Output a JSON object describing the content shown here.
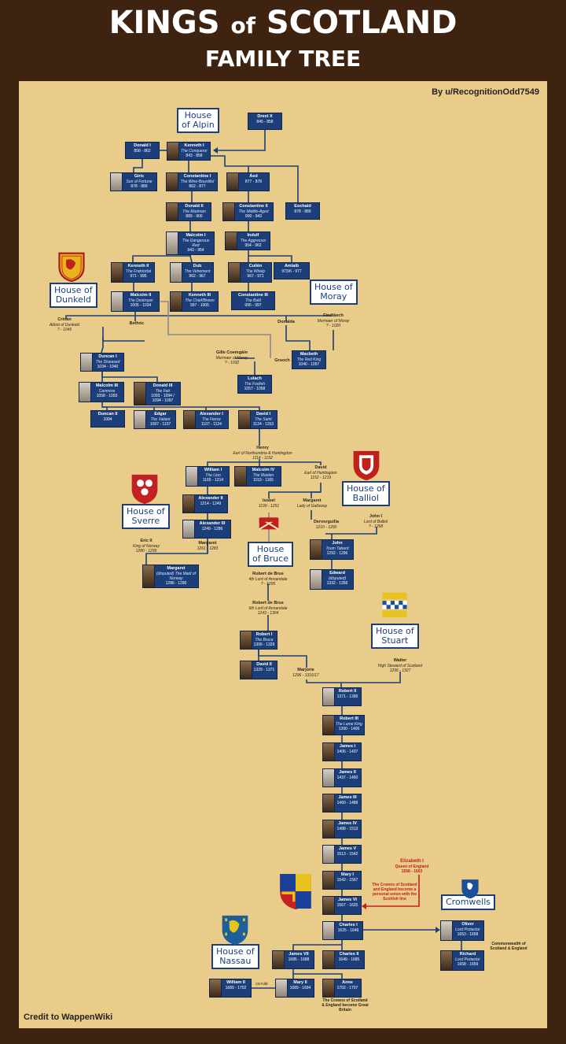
{
  "header": {
    "title_kings": "KINGS",
    "title_of": "of",
    "title_scotland": "SCOTLAND",
    "subtitle": "FAMILY TREE"
  },
  "author": "By u/RecognitionOdd7549",
  "credit": "Credit to WappenWiki",
  "houses": {
    "alpin": [
      "House",
      "of Alpin"
    ],
    "dunkeld": [
      "House of",
      "Dunkeld"
    ],
    "moray": [
      "House of",
      "Moray"
    ],
    "sverre": [
      "House of",
      "Sverre"
    ],
    "balliol": [
      "House of",
      "Balliol"
    ],
    "bruce": [
      "House",
      "of Bruce"
    ],
    "stuart": [
      "House of",
      "Stuart"
    ],
    "nassau": [
      "House of",
      "Nassau"
    ],
    "cromwells": [
      "Cromwells"
    ]
  },
  "kings": [
    {
      "id": "drest",
      "name": "Drest X",
      "epithet": "",
      "dates": "845 - 858",
      "portrait": false
    },
    {
      "id": "donald1",
      "name": "Donald I",
      "epithet": "",
      "dates": "858 - 862",
      "portrait": false
    },
    {
      "id": "kenneth1",
      "name": "Kenneth I",
      "epithet": "The Conqueror",
      "dates": "843 - 858",
      "portrait": true
    },
    {
      "id": "giric",
      "name": "Giric",
      "epithet": "Son of Fortune",
      "dates": "878 - 889",
      "portrait": true
    },
    {
      "id": "constantine1",
      "name": "Constantine I",
      "epithet": "The Wine-Bountiful",
      "dates": "862 - 877",
      "portrait": true
    },
    {
      "id": "aed",
      "name": "Áed",
      "epithet": "",
      "dates": "877 - 878",
      "portrait": true
    },
    {
      "id": "eochaid",
      "name": "Eochaid",
      "epithet": "",
      "dates": "878 - 889",
      "portrait": false
    },
    {
      "id": "donald2",
      "name": "Donald II",
      "epithet": "The Madman",
      "dates": "889 - 900",
      "portrait": true
    },
    {
      "id": "constantine2",
      "name": "Constantine II",
      "epithet": "The Middle-Aged",
      "dates": "900 - 943",
      "portrait": true
    },
    {
      "id": "malcolm1",
      "name": "Malcolm I",
      "epithet": "The Dangerous Red",
      "dates": "943 - 954",
      "portrait": true
    },
    {
      "id": "indulf",
      "name": "Indulf",
      "epithet": "The Aggressor",
      "dates": "954 - 962",
      "portrait": true
    },
    {
      "id": "kenneth2",
      "name": "Kenneth II",
      "epithet": "The Fratricidal",
      "dates": "971 - 995",
      "portrait": true
    },
    {
      "id": "dub",
      "name": "Dub",
      "epithet": "The Vehement",
      "dates": "962 - 967",
      "portrait": true
    },
    {
      "id": "cuilen",
      "name": "Cuilén",
      "epithet": "The Whelp",
      "dates": "967 - 971",
      "portrait": true
    },
    {
      "id": "amlaib",
      "name": "Amlaíb",
      "epithet": "",
      "dates": "973/6 - 977",
      "portrait": false
    },
    {
      "id": "malcolm2",
      "name": "Malcolm II",
      "epithet": "The Destroyer",
      "dates": "1005 - 1034",
      "portrait": true
    },
    {
      "id": "kenneth3",
      "name": "Kenneth III",
      "epithet": "The Chief/Brown",
      "dates": "997 - 1005",
      "portrait": true
    },
    {
      "id": "constantine3",
      "name": "Constantine III",
      "epithet": "The Bald",
      "dates": "995 - 997",
      "portrait": false
    },
    {
      "id": "duncan1",
      "name": "Duncan I",
      "epithet": "The Diseased",
      "dates": "1034 - 1040",
      "portrait": true
    },
    {
      "id": "macbeth",
      "name": "Macbeth",
      "epithet": "The Red King",
      "dates": "1040 - 1057",
      "portrait": false
    },
    {
      "id": "lulach",
      "name": "Lulach",
      "epithet": "The Foolish",
      "dates": "1057 - 1058",
      "portrait": false
    },
    {
      "id": "malcolm3",
      "name": "Malcolm III",
      "epithet": "Canmore",
      "dates": "1058 - 1093",
      "portrait": true
    },
    {
      "id": "donald3",
      "name": "Donald III",
      "epithet": "The Fair",
      "dates": "1093 - 1094 / 1094 - 1097",
      "portrait": true
    },
    {
      "id": "duncan2",
      "name": "Duncan II",
      "epithet": "",
      "dates": "1094",
      "portrait": false
    },
    {
      "id": "edgar",
      "name": "Edgar",
      "epithet": "The Valiant",
      "dates": "1097 - 1107",
      "portrait": true
    },
    {
      "id": "alexander1",
      "name": "Alexander I",
      "epithet": "The Fierce",
      "dates": "1107 - 1124",
      "portrait": true
    },
    {
      "id": "david1",
      "name": "David I",
      "epithet": "The Saint",
      "dates": "1124 - 1153",
      "portrait": true
    },
    {
      "id": "william1",
      "name": "William I",
      "epithet": "The Lion",
      "dates": "1165 - 1214",
      "portrait": true
    },
    {
      "id": "malcolm4",
      "name": "Malcolm IV",
      "epithet": "The Maiden",
      "dates": "1153 - 1165",
      "portrait": true
    },
    {
      "id": "alexander2",
      "name": "Alexander II",
      "epithet": "",
      "dates": "1214 - 1249",
      "portrait": true
    },
    {
      "id": "alexander3",
      "name": "Alexander III",
      "epithet": "",
      "dates": "1249 - 1286",
      "portrait": true
    },
    {
      "id": "margaret",
      "name": "Margaret",
      "epithet": "(disputed) The Maid of Norway",
      "dates": "1286 - 1290",
      "portrait": true
    },
    {
      "id": "john",
      "name": "John",
      "epithet": "Toom Tabard",
      "dates": "1292 - 1296",
      "portrait": true
    },
    {
      "id": "edward",
      "name": "Edward",
      "epithet": "(disputed)",
      "dates": "1332 - 1356",
      "portrait": true
    },
    {
      "id": "robert1",
      "name": "Robert I",
      "epithet": "The Bruce",
      "dates": "1306 - 1329",
      "portrait": true
    },
    {
      "id": "david2",
      "name": "David II",
      "epithet": "",
      "dates": "1329 - 1371",
      "portrait": true
    },
    {
      "id": "robert2",
      "name": "Robert II",
      "epithet": "",
      "dates": "1371 - 1390",
      "portrait": true
    },
    {
      "id": "robert3",
      "name": "Robert III",
      "epithet": "The Lame King",
      "dates": "1390 - 1406",
      "portrait": true
    },
    {
      "id": "james1",
      "name": "James I",
      "epithet": "",
      "dates": "1406 - 1437",
      "portrait": true
    },
    {
      "id": "james2",
      "name": "James II",
      "epithet": "",
      "dates": "1437 - 1460",
      "portrait": true
    },
    {
      "id": "james3",
      "name": "James III",
      "epithet": "",
      "dates": "1460 - 1488",
      "portrait": true
    },
    {
      "id": "james4",
      "name": "James IV",
      "epithet": "",
      "dates": "1488 - 1513",
      "portrait": true
    },
    {
      "id": "james5",
      "name": "James V",
      "epithet": "",
      "dates": "1513 - 1542",
      "portrait": true
    },
    {
      "id": "mary1",
      "name": "Mary I",
      "epithet": "",
      "dates": "1542 - 1567",
      "portrait": true
    },
    {
      "id": "james6",
      "name": "James VI",
      "epithet": "",
      "dates": "1567 - 1625",
      "portrait": true
    },
    {
      "id": "charles1",
      "name": "Charles I",
      "epithet": "",
      "dates": "1625 - 1649",
      "portrait": true
    },
    {
      "id": "james7",
      "name": "James VII",
      "epithet": "",
      "dates": "1685 - 1688",
      "portrait": true
    },
    {
      "id": "charles2",
      "name": "Charles II",
      "epithet": "",
      "dates": "1649 - 1685",
      "portrait": true
    },
    {
      "id": "oliver",
      "name": "Oliver",
      "epithet": "Lord Protector",
      "dates": "1653 - 1658",
      "portrait": true
    },
    {
      "id": "richard",
      "name": "Richard",
      "epithet": "Lord Protector",
      "dates": "1658 - 1659",
      "portrait": true
    },
    {
      "id": "william2",
      "name": "William II",
      "epithet": "",
      "dates": "1689 - 1702",
      "portrait": true
    },
    {
      "id": "mary2",
      "name": "Mary II",
      "epithet": "",
      "dates": "1689 - 1694",
      "portrait": true
    },
    {
      "id": "anne",
      "name": "Anne",
      "epithet": "",
      "dates": "1702 - 1707",
      "portrait": true
    }
  ],
  "persons": [
    {
      "id": "crinan",
      "name": "Crínán",
      "epithet": "Abbot of Dunkeld",
      "dates": "? - 1045"
    },
    {
      "id": "bethoc",
      "name": "Bethóc",
      "epithet": "",
      "dates": ""
    },
    {
      "id": "findlaech",
      "name": "Findláech",
      "epithet": "Mormaer of Moray",
      "dates": "? - 1020"
    },
    {
      "id": "donalda",
      "name": "Donalda",
      "epithet": "",
      "dates": ""
    },
    {
      "id": "gille",
      "name": "Gille Coemgáin",
      "epithet": "Mormaer of Moray",
      "dates": "? - 1032"
    },
    {
      "id": "gruoch",
      "name": "Gruoch",
      "epithet": "",
      "dates": ""
    },
    {
      "id": "henry",
      "name": "Henry",
      "epithet": "Earl of Northumbria & Huntingdon",
      "dates": "1114 - 1152"
    },
    {
      "id": "david_earl",
      "name": "David",
      "epithet": "Earl of Huntingdon",
      "dates": "1152 - 1219"
    },
    {
      "id": "isobel",
      "name": "Isobel",
      "epithet": "",
      "dates": "1199 - 1251"
    },
    {
      "id": "margaret_g",
      "name": "Margaret",
      "epithet": "Lady of Galloway",
      "dates": ""
    },
    {
      "id": "dervorguilla",
      "name": "Dervorguilla",
      "epithet": "",
      "dates": "1210 - 1290"
    },
    {
      "id": "john_balliol",
      "name": "John I",
      "epithet": "Lord of Balliol",
      "dates": "? - 1268"
    },
    {
      "id": "eric2",
      "name": "Eric II",
      "epithet": "King of Norway",
      "dates": "1280 - 1299"
    },
    {
      "id": "margaret_d",
      "name": "Margaret",
      "epithet": "",
      "dates": "1261 - 1283"
    },
    {
      "id": "robert_brus1",
      "name": "Robert de Brus",
      "epithet": "4th Lord of Annandale",
      "dates": "? - 1295"
    },
    {
      "id": "robert_brus2",
      "name": "Robert de Brus",
      "epithet": "6th Lord of Annandale",
      "dates": "1243 - 1304"
    },
    {
      "id": "walter",
      "name": "Walter",
      "epithet": "High Steward of Scotland",
      "dates": "1296 - 1327"
    },
    {
      "id": "marjorie",
      "name": "Marjorie",
      "epithet": "",
      "dates": "1296 - 1316/17"
    }
  ],
  "annotations": {
    "elizabeth": [
      "Elizabeth I",
      "Queen of England",
      "1558 - 1603"
    ],
    "union_crowns": "The Crowns of Scotland and England become a personal union with the Scottish line",
    "commonwealth": "Commonwealth of Scotland & England",
    "great_britain": "The Crowns of Scotland & England become Great Britain",
    "coruler": "co-rule"
  },
  "colors": {
    "background": "#3e2310",
    "parchment": "#e9cc8a",
    "box": "#1c3f7a",
    "line": "#1c3f7a",
    "gray_line": "#8a8a8a",
    "red": "#c02020"
  }
}
